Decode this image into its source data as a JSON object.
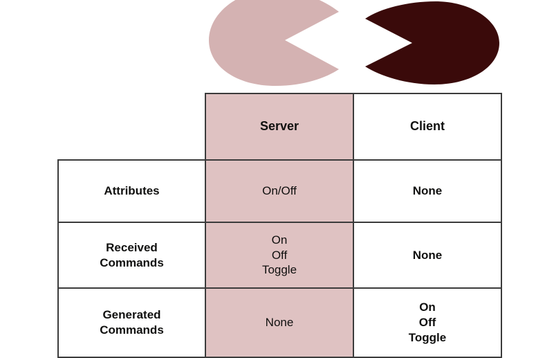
{
  "page": {
    "background": "#ffffff",
    "accent_pink": "#dfc2c2",
    "accent_dark": "#3a0a0a",
    "accent_light": "#d4b2b2",
    "border_color": "#3b3b3b"
  },
  "decoration": {
    "name": "pacman-pair-graphic",
    "shapes": [
      {
        "id": "left-shape",
        "fill": "#d4b2b2",
        "facing": "right",
        "label": "light-pacman"
      },
      {
        "id": "right-shape",
        "fill": "#3a0a0a",
        "facing": "left",
        "label": "dark-pacman"
      }
    ]
  },
  "table": {
    "name": "onoff-cluster-matrix",
    "corner_label": "",
    "columns": [
      {
        "key": "server",
        "label": "Server",
        "shaded": true
      },
      {
        "key": "client",
        "label": "Client",
        "shaded": false
      }
    ],
    "rows": [
      {
        "key": "attributes",
        "label": "Attributes",
        "server": {
          "lines": [
            "On/Off"
          ],
          "bold": false
        },
        "client": {
          "lines": [
            "None"
          ],
          "bold": true
        }
      },
      {
        "key": "received-commands",
        "label": "Received\nCommands",
        "label_lines": [
          "Received",
          "Commands"
        ],
        "server": {
          "lines": [
            "On",
            "Off",
            "Toggle"
          ],
          "bold": false
        },
        "client": {
          "lines": [
            "None"
          ],
          "bold": true
        }
      },
      {
        "key": "generated-commands",
        "label": "Generated\nCommands",
        "label_lines": [
          "Generated",
          "Commands"
        ],
        "server": {
          "lines": [
            "None"
          ],
          "bold": false
        },
        "client": {
          "lines": [
            "On",
            "Off",
            "Toggle"
          ],
          "bold": true
        }
      }
    ]
  }
}
